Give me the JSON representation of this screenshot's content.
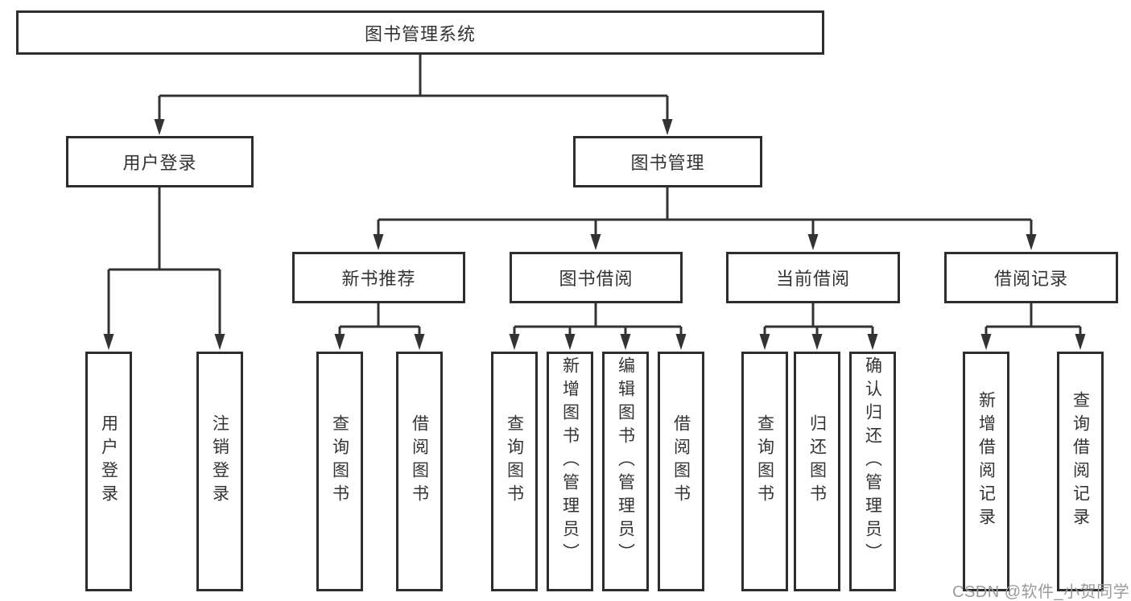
{
  "diagram": {
    "title": "图书管理系统",
    "root": {
      "label": "图书管理系统"
    },
    "children": [
      {
        "label": "用户登录",
        "children": [
          {
            "label": "用户登录"
          },
          {
            "label": "注销登录"
          }
        ]
      },
      {
        "label": "图书管理",
        "children": [
          {
            "label": "新书推荐",
            "children": [
              {
                "label": "查询图书"
              },
              {
                "label": "借阅图书"
              }
            ]
          },
          {
            "label": "图书借阅",
            "children": [
              {
                "label": "查询图书"
              },
              {
                "label": "新增图书（管理员）"
              },
              {
                "label": "编辑图书（管理员）"
              },
              {
                "label": "借阅图书"
              }
            ]
          },
          {
            "label": "当前借阅",
            "children": [
              {
                "label": "查询图书"
              },
              {
                "label": "归还图书"
              },
              {
                "label": "确认归还（管理员）"
              }
            ]
          },
          {
            "label": "借阅记录",
            "children": [
              {
                "label": "新增借阅记录"
              },
              {
                "label": "查询借阅记录"
              }
            ]
          }
        ]
      }
    ]
  },
  "colors": {
    "line": "#333333",
    "box_border": "#2d2d2d",
    "text": "#333333",
    "watermark": "#9a9a9a",
    "background": "#ffffff"
  },
  "watermark": {
    "text": "CSDN @软件_小贺同学"
  }
}
